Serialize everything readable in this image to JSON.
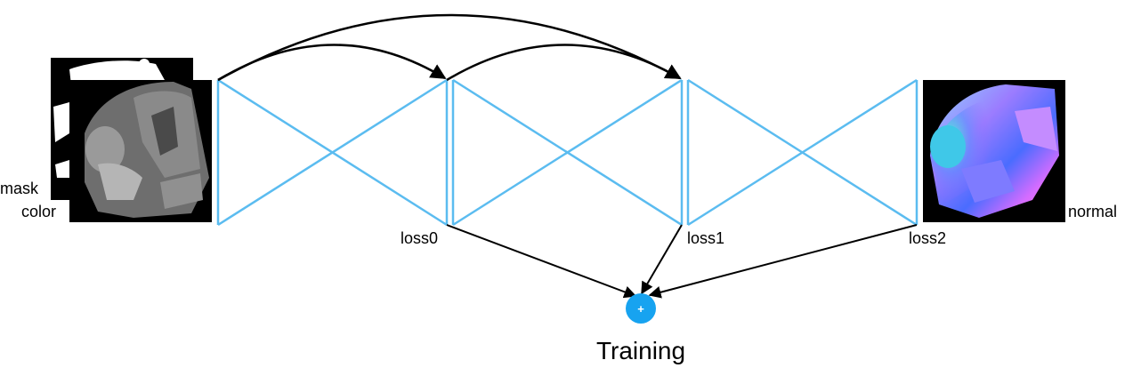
{
  "inputs": {
    "mask_label": "mask",
    "color_label": "color"
  },
  "output": {
    "normal_label": "normal"
  },
  "losses": [
    "loss0",
    "loss1",
    "loss2"
  ],
  "sum_node": {
    "symbol": "+",
    "label": "Training"
  },
  "colors": {
    "network_stroke": "#5bbcf0",
    "arrow": "#000000",
    "sum_node_fill": "#17a3f0"
  },
  "icons": {
    "mask_image": "binary-silhouette-image",
    "color_image": "grayscale-render-image",
    "normal_image": "rainbow-normal-map-image"
  }
}
